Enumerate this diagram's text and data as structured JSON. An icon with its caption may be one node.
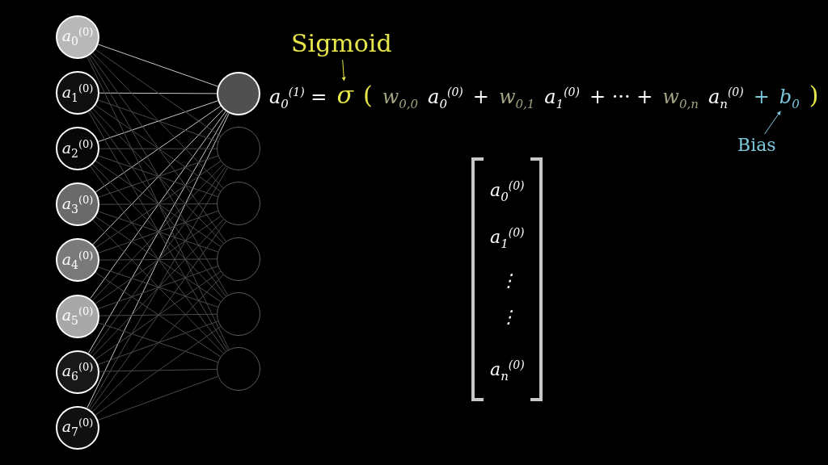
{
  "diagram": {
    "nodes": [
      {
        "text": [
          "a$_{0}$$^{(0)}$"
        ]
      },
      {
        "text": [
          "a$_{1}$$^{(0)}$"
        ]
      },
      {
        "text": [
          "a$_{2}$$^{(0)}$"
        ]
      },
      {
        "text": [
          "a$_{3}$$^{(0)}$"
        ]
      },
      {
        "text": [
          "a$_{4}$$^{(0)}$"
        ]
      },
      {
        "text": [
          "a$_{5}$$^{(0)}$"
        ]
      },
      {
        "text": [
          "a$_{6}$$^{(0)}$"
        ]
      },
      {
        "text": [
          "a$_{7}$$^{(0)}$"
        ]
      },
      {
        "text": [],
        "shape": "circle"
      },
      {
        "text": [],
        "shape": "circle"
      },
      {
        "text": [],
        "shape": "circle"
      },
      {
        "text": [],
        "shape": "circle"
      },
      {
        "text": [],
        "shape": "circle"
      },
      {
        "text": [],
        "shape": "circle"
      },
      {
        "text": [
          "Sigmoid"
        ]
      },
      {
        "text": [
          "Bias"
        ]
      },
      {
        "text": [
          "σ"
        ]
      },
      {
        "text": [
          "b$_{0}$"
        ]
      }
    ],
    "edges": [
      {
        "from": 0,
        "to": 8,
        "arrow": "none",
        "color": "#c8c8c8"
      },
      {
        "from": 1,
        "to": 8,
        "arrow": "none",
        "color": "#c8c8c8"
      },
      {
        "from": 2,
        "to": 8,
        "arrow": "none",
        "color": "#c8c8c8"
      },
      {
        "from": 3,
        "to": 8,
        "arrow": "none",
        "color": "#c8c8c8"
      },
      {
        "from": 4,
        "to": 8,
        "arrow": "none",
        "color": "#c8c8c8"
      },
      {
        "from": 5,
        "to": 8,
        "arrow": "none",
        "color": "#c8c8c8"
      },
      {
        "from": 6,
        "to": 8,
        "arrow": "none",
        "color": "#c8c8c8"
      },
      {
        "from": 7,
        "to": 8,
        "arrow": "none",
        "color": "#c8c8c8"
      },
      {
        "from": 0,
        "to": 9,
        "arrow": "none"
      },
      {
        "from": 1,
        "to": 9,
        "arrow": "none"
      },
      {
        "from": 2,
        "to": 9,
        "arrow": "none"
      },
      {
        "from": 3,
        "to": 9,
        "arrow": "none"
      },
      {
        "from": 4,
        "to": 9,
        "arrow": "none"
      },
      {
        "from": 5,
        "to": 9,
        "arrow": "none"
      },
      {
        "from": 6,
        "to": 9,
        "arrow": "none"
      },
      {
        "from": 7,
        "to": 9,
        "arrow": "none"
      },
      {
        "from": 0,
        "to": 10,
        "arrow": "none"
      },
      {
        "from": 1,
        "to": 10,
        "arrow": "none"
      },
      {
        "from": 2,
        "to": 10,
        "arrow": "none"
      },
      {
        "from": 3,
        "to": 10,
        "arrow": "none"
      },
      {
        "from": 4,
        "to": 10,
        "arrow": "none"
      },
      {
        "from": 5,
        "to": 10,
        "arrow": "none"
      },
      {
        "from": 6,
        "to": 10,
        "arrow": "none"
      },
      {
        "from": 7,
        "to": 10,
        "arrow": "none"
      },
      {
        "from": 0,
        "to": 11,
        "arrow": "none"
      },
      {
        "from": 1,
        "to": 11,
        "arrow": "none"
      },
      {
        "from": 2,
        "to": 11,
        "arrow": "none"
      },
      {
        "from": 3,
        "to": 11,
        "arrow": "none"
      },
      {
        "from": 4,
        "to": 11,
        "arrow": "none"
      },
      {
        "from": 5,
        "to": 11,
        "arrow": "none"
      },
      {
        "from": 6,
        "to": 11,
        "arrow": "none"
      },
      {
        "from": 7,
        "to": 11,
        "arrow": "none"
      },
      {
        "from": 0,
        "to": 12,
        "arrow": "none"
      },
      {
        "from": 1,
        "to": 12,
        "arrow": "none"
      },
      {
        "from": 2,
        "to": 12,
        "arrow": "none"
      },
      {
        "from": 3,
        "to": 12,
        "arrow": "none"
      },
      {
        "from": 4,
        "to": 12,
        "arrow": "none"
      },
      {
        "from": 5,
        "to": 12,
        "arrow": "none"
      },
      {
        "from": 6,
        "to": 12,
        "arrow": "none"
      },
      {
        "from": 7,
        "to": 12,
        "arrow": "none"
      },
      {
        "from": 0,
        "to": 13,
        "arrow": "none"
      },
      {
        "from": 1,
        "to": 13,
        "arrow": "none"
      },
      {
        "from": 2,
        "to": 13,
        "arrow": "none"
      },
      {
        "from": 3,
        "to": 13,
        "arrow": "none"
      },
      {
        "from": 4,
        "to": 13,
        "arrow": "none"
      },
      {
        "from": 5,
        "to": 13,
        "arrow": "none"
      },
      {
        "from": 6,
        "to": 13,
        "arrow": "none"
      },
      {
        "from": 7,
        "to": 13,
        "arrow": "none"
      },
      {
        "from": 14,
        "to": 16,
        "arrow": "to",
        "color": "#e6e64a"
      },
      {
        "from": 15,
        "to": 17,
        "arrow": "to",
        "color": "#7cc6dc"
      }
    ],
    "labels": [
      "a$_{0}$$^{(1)}$ =",
      "(",
      "w$_{0,0}$",
      "a$_{0}$$^{(0)}$",
      "+",
      "w$_{0,1}$",
      "a$_{1}$$^{(0)}$",
      "+ ··· +",
      "w$_{0,n}$",
      "a$_{n}$$^{(0)}$",
      "+",
      ")",
      "a$_{0}$$^{(0)}$",
      "a$_{1}$$^{(0)}$",
      "⋮",
      "⋮",
      "a$_{n}$$^{(0)}$"
    ]
  }
}
